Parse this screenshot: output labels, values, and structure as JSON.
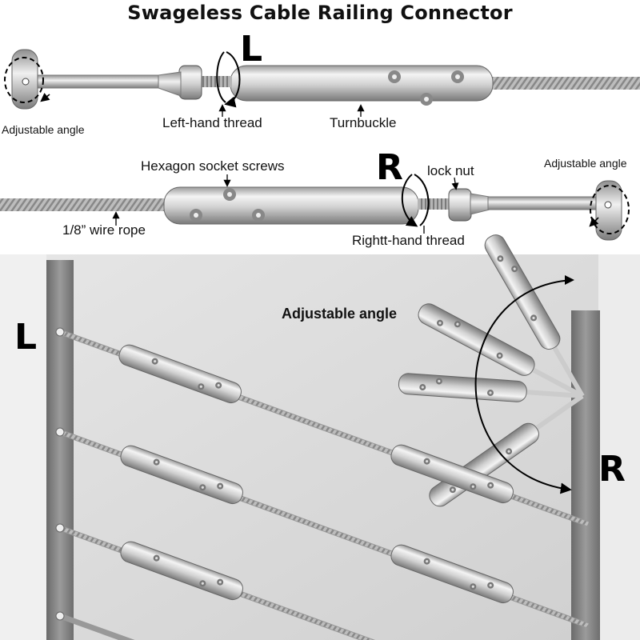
{
  "title": "Swageless Cable Railing Connector",
  "top_diagram": {
    "side_letter": "L",
    "adjustable_angle_label": "Adjustable angle",
    "thread_label": "Left-hand thread",
    "turnbuckle_label": "Turnbuckle"
  },
  "middle_diagram": {
    "side_letter": "R",
    "screws_label": "Hexagon socket screws",
    "lock_nut_label": "lock nut",
    "adjustable_angle_label": "Adjustable angle",
    "wire_rope_label": "1/8” wire rope",
    "thread_label": "Rightt-hand thread"
  },
  "photo": {
    "left_letter": "L",
    "right_letter": "R",
    "adjustable_angle_label": "Adjustable angle"
  },
  "colors": {
    "steel_light": "#eeeeee",
    "steel_dark": "#8a8a8a",
    "post": "#7d7d7d",
    "background_wall": "#d8d8d8"
  }
}
